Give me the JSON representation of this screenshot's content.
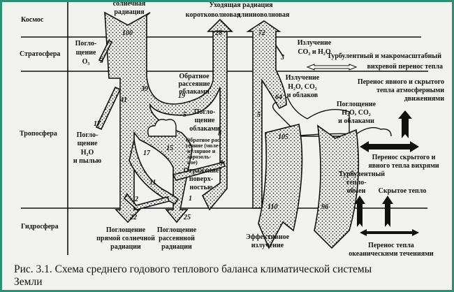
{
  "layers": {
    "space": "Космос",
    "stratosphere": "Стратосфера",
    "troposphere": "Тропосфера",
    "hydrosphere": "Гидросфера"
  },
  "labels": {
    "solar_1": "солнечная",
    "solar_2": "радиация",
    "outgoing_1": "Уходящая радиация",
    "shortwave": "коротковолновая",
    "longwave": "длинноволновая",
    "o3_1": "Погло-",
    "o3_2": "щение",
    "o3_3": "O₃",
    "emit_co2_1": "Излучение",
    "emit_co2_2": "CO₂ и H₂O",
    "turb_macro_1": "Турбулентный и макромасштабный",
    "turb_macro_2": "вихревой перенос тепла",
    "backscatter_clouds_1": "Обратное",
    "backscatter_clouds_2": "рассеяние",
    "backscatter_clouds_3": "облаками",
    "emit_h2o_1": "Излучение",
    "emit_h2o_2": "H₂O, CO₂",
    "emit_h2o_3": "и облаков",
    "atm_transfer_1": "Перенос явного и скрытого",
    "atm_transfer_2": "тепла атмосферными",
    "atm_transfer_3": "движениями",
    "abs_clouds_1": "Погло-",
    "abs_clouds_2": "щение",
    "abs_clouds_3": "облаками",
    "abs_h2o_co2_1": "Поглощение",
    "abs_h2o_co2_2": "H₂O, CO₂",
    "abs_h2o_co2_3": "и облаками",
    "abs_dust_1": "Погло-",
    "abs_dust_2": "щение",
    "abs_dust_3": "H₂O",
    "abs_dust_4": "и пылью",
    "backscatter_mol_1": "Обратное рас-",
    "backscatter_mol_2": "сеяние (моле-",
    "backscatter_mol_3": "кулярное и",
    "backscatter_mol_4": "аэрозоль-",
    "backscatter_mol_5": "ное)",
    "reflection_1": "Отражение",
    "reflection_2": "поверх-",
    "reflection_3": "ностью",
    "eddy_transfer_1": "Перенос скрытого и",
    "eddy_transfer_2": "явного тепла вихрями",
    "turb_exchange_1": "Турбулентный",
    "turb_exchange_2": "тепло-",
    "turb_exchange_3": "обмен",
    "latent_heat": "Скрытое тепло",
    "abs_direct_1": "Поглощение",
    "abs_direct_2": "прямой солнечной",
    "abs_direct_3": "радиации",
    "abs_diffuse_1": "Поглощение",
    "abs_diffuse_2": "рассеянной",
    "abs_diffuse_3": "радиации",
    "effective_1": "Эффективное",
    "effective_2": "излучение",
    "ocean_1": "Перенос тепла",
    "ocean_2": "океаническими течениями"
  },
  "values": {
    "solar_in": "100",
    "shortwave_out": "28",
    "longwave_out": "72",
    "o3_abs": "3",
    "co2_emit": "3",
    "scattered_down": "39",
    "direct": "41",
    "cloud_backscatter": "19",
    "cloud_abs": "5",
    "h2o_emit": "64",
    "lw_window": "5",
    "dust_abs": "17",
    "mol_backscatter": "8",
    "diffuse_15": "15",
    "diffuse_17": "17",
    "reflect_3": "3",
    "diffuse_11": "11",
    "reflect_2": "2",
    "reflect_1": "1",
    "atm_counter": "105",
    "surface_emit": "110",
    "counter_absorbed": "96",
    "direct_absorbed": "22",
    "diffuse_absorbed": "25"
  },
  "caption": {
    "line1": "Рис. 3.1. Схема среднего годового теплового баланса климатической системы",
    "line2": "Земли"
  }
}
